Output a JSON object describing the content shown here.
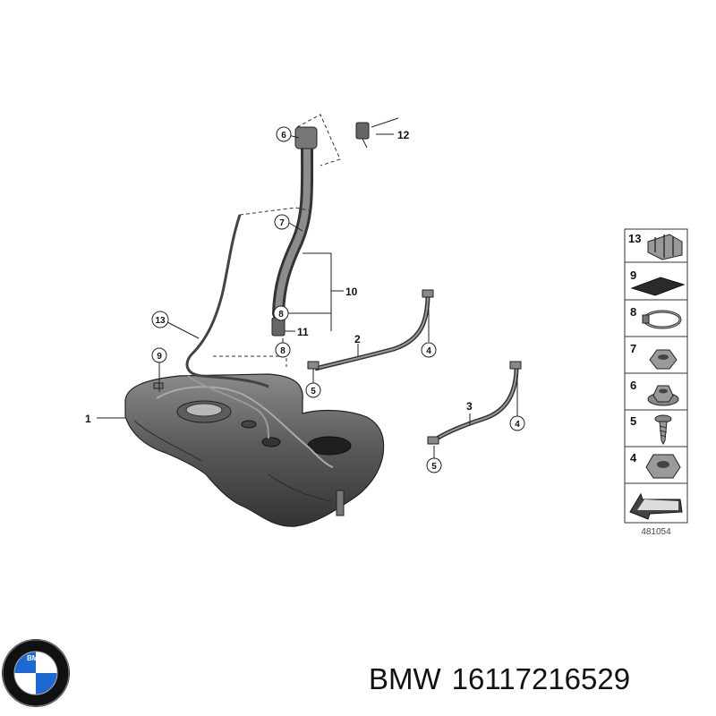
{
  "diagram": {
    "callouts": {
      "tank": "1",
      "strap_upper": "2",
      "strap_lower": "3",
      "strap_upper_end": "4",
      "strap_lower_end": "4",
      "strap_upper_bolt": "5",
      "strap_lower_bolt": "5",
      "filler_top": "6",
      "filler_mid": "7",
      "pipe_clamp_upper": "8",
      "pipe_clamp_lower": "8",
      "tank_top": "9",
      "filler_assembly": "10",
      "hose": "11",
      "vent_valve": "12",
      "vent_line": "13"
    },
    "legend": {
      "items": [
        {
          "num": "13",
          "icon": "clip-icon"
        },
        {
          "num": "9",
          "icon": "pad-icon"
        },
        {
          "num": "8",
          "icon": "hose-clamp-icon"
        },
        {
          "num": "7",
          "icon": "hex-nut-icon"
        },
        {
          "num": "6",
          "icon": "collar-nut-icon"
        },
        {
          "num": "5",
          "icon": "screw-icon"
        },
        {
          "num": "4",
          "icon": "flange-nut-icon"
        }
      ],
      "arrow_icon": "direction-arrow-icon",
      "code": "481054"
    }
  },
  "caption": {
    "brand": "BMW",
    "part_number": "16117216529"
  },
  "logo": {
    "text": "BMW",
    "colors": {
      "blue": "#1c69d4",
      "ring": "#111111",
      "white": "#ffffff"
    }
  }
}
